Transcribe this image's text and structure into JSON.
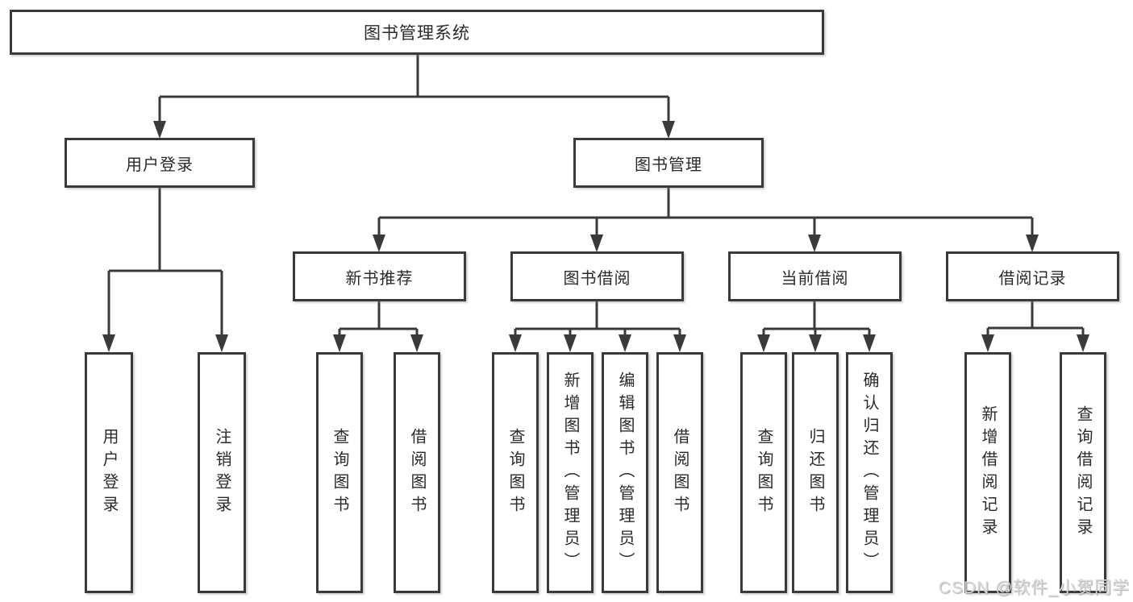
{
  "colors": {
    "line": "#3a3a3a",
    "text": "#2b2b2b",
    "background": "#ffffff",
    "watermark": "#d8d8d8"
  },
  "tree": {
    "root": "图书管理系统",
    "branches": [
      {
        "label": "用户登录",
        "children": [
          "用户登录",
          "注销登录"
        ]
      },
      {
        "label": "图书管理",
        "children": [
          {
            "label": "新书推荐",
            "children": [
              "查询图书",
              "借阅图书"
            ]
          },
          {
            "label": "图书借阅",
            "children": [
              "查询图书",
              "新增图书（管理员）",
              "编辑图书（管理员）",
              "借阅图书"
            ]
          },
          {
            "label": "当前借阅",
            "children": [
              "查询图书",
              "归还图书",
              "确认归还（管理员）"
            ]
          },
          {
            "label": "借阅记录",
            "children": [
              "新增借阅记录",
              "查询借阅记录"
            ]
          }
        ]
      }
    ]
  },
  "watermark": "CSDN @软件_小贺同学"
}
